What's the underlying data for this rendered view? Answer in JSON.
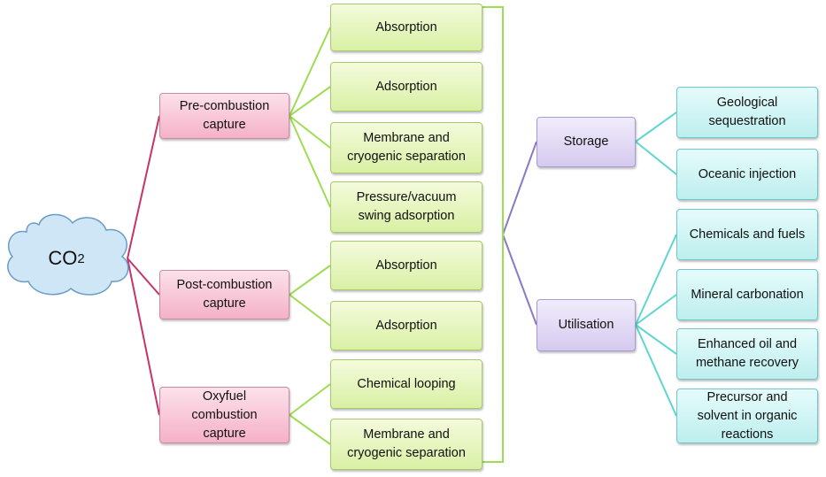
{
  "root": {
    "label": "CO",
    "subscript": "2"
  },
  "capture_methods": [
    {
      "id": "pre",
      "label": "Pre-combustion\ncapture"
    },
    {
      "id": "post",
      "label": "Post-combustion\ncapture"
    },
    {
      "id": "oxy",
      "label": "Oxyfuel\ncombustion\ncapture"
    }
  ],
  "technologies": [
    {
      "label": "Absorption"
    },
    {
      "label": "Adsorption"
    },
    {
      "label": "Membrane and\ncryogenic  separation"
    },
    {
      "label": "Pressure/vacuum\nswing adsorption"
    },
    {
      "label": "Absorption"
    },
    {
      "label": "Adsorption"
    },
    {
      "label": "Chemical looping"
    },
    {
      "label": "Membrane and\ncryogenic  separation"
    }
  ],
  "destinations": [
    {
      "label": "Storage"
    },
    {
      "label": "Utilisation"
    }
  ],
  "storage_options": [
    {
      "label": "Geological\nsequestration"
    },
    {
      "label": "Oceanic injection"
    }
  ],
  "utilisation_options": [
    {
      "label": "Chemicals and fuels"
    },
    {
      "label": "Mineral carbonation"
    },
    {
      "label": "Enhanced oil and\nmethane recovery"
    },
    {
      "label": "Precursor and\nsolvent in organic\nreactions"
    }
  ],
  "colors": {
    "pink_line": "#c8336a",
    "green_line": "#9edc52",
    "purple_line": "#8a79c4",
    "teal_line": "#5fd6cf",
    "cloud_fill": "#cfe6f7",
    "cloud_stroke": "#6a9cc8"
  }
}
